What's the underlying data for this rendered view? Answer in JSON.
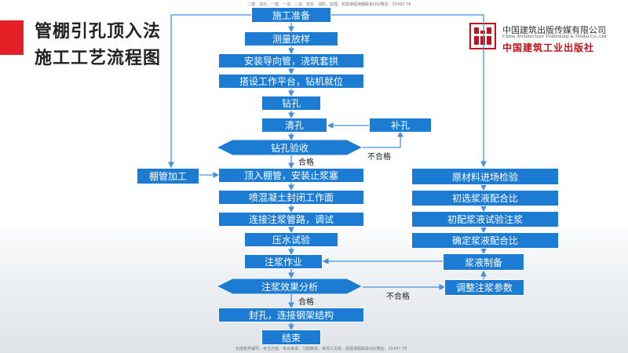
{
  "title_line1": "管棚引孔顶入法",
  "title_line2": "施工工艺流程图",
  "top_note": "二建、造价、一建、一造、二造、安全、消防、监理，如需课程神器联系QQ/微信：35497.78",
  "bottom_note": "包括各类辅导、考生内容、考点串讲、习题精讲、考前三页纸，如需课程联系QQ/微信：35497.78",
  "logo": {
    "cn": "中国建筑出版传媒有限公司",
    "en": "China Architecture Publishing & Media Co.,Ltd",
    "cn2": "中国建筑工业出版社"
  },
  "steps": {
    "start": "施工准备",
    "survey": "测量放样",
    "guide": "安装导向管，浇筑套拱",
    "platform": "搭设工作平台，钻机就位",
    "drill": "钻孔",
    "clean": "清孔",
    "redrill": "补孔",
    "inspect": "钻孔验收",
    "pipe_process": "棚管加工",
    "push_pipe": "顶入棚管，安装止浆塞",
    "shotcrete": "喷混凝土封闭工作面",
    "connect_pipe": "连接注浆管路，调试",
    "water_test": "压水试验",
    "grouting": "注浆作业",
    "analysis": "注浆效果分析",
    "seal": "封孔，连接钢架结构",
    "end": "结束",
    "material": "原材料进场检验",
    "mix_select": "初选浆液配合比",
    "mix_test": "初配浆液试验注浆",
    "mix_confirm": "确定浆液配合比",
    "slurry": "浆液制备",
    "adjust": "调整注浆参数"
  },
  "labels": {
    "pass1": "合格",
    "fail1": "不合格",
    "pass2": "合格",
    "fail2": "不合格"
  },
  "colors": {
    "box": "#1c7cd4",
    "line": "#4a90d9",
    "accent": "#e41f26"
  }
}
